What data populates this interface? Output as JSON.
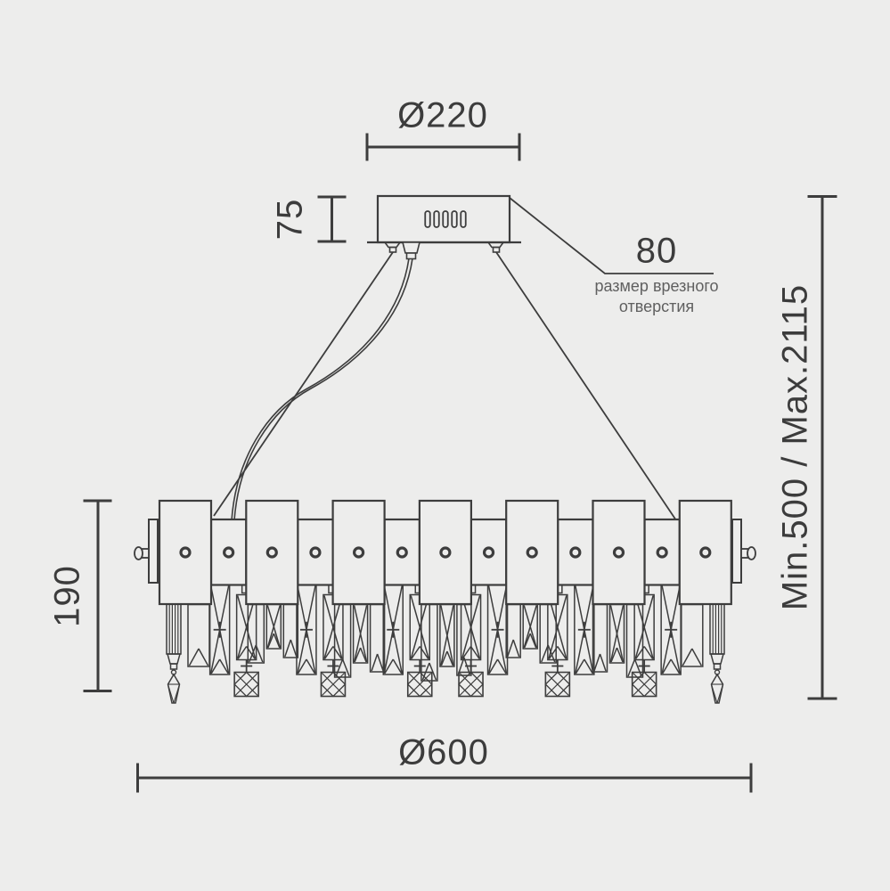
{
  "colors": {
    "background": "#ededec",
    "line": "#3d3d3d",
    "dimension_text": "#3c3c3c",
    "note_text": "#606060"
  },
  "labels": {
    "canopy_diameter": "Ø220",
    "canopy_height": "75",
    "cutout_size": "80",
    "cutout_note_line1": "размер врезного",
    "cutout_note_line2": "отверстия",
    "suspension_range": "Min.500 / Max.2115",
    "body_height": "190",
    "body_diameter": "Ø600"
  },
  "structure": {
    "canopy_slots": 5,
    "front_panels": 7,
    "back_panels": 6
  }
}
